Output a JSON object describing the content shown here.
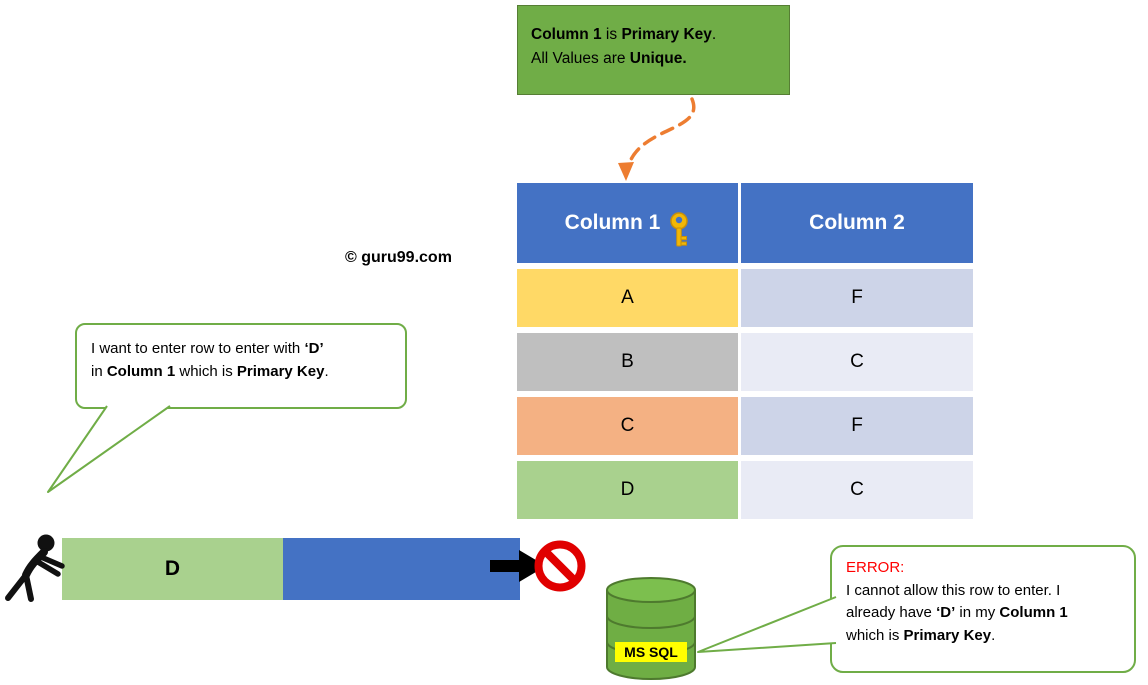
{
  "copyright": "© guru99.com",
  "top_callout": {
    "b1": "Column 1",
    "t1": " is ",
    "b2": "Primary Key",
    "t2": ".",
    "t3": "All Values are ",
    "b3": "Unique."
  },
  "table": {
    "headers": [
      "Column 1",
      "Column 2"
    ],
    "key_icon": "primary-key-icon",
    "rows": [
      {
        "col1": "A",
        "col2": "F"
      },
      {
        "col1": "B",
        "col2": "C"
      },
      {
        "col1": "C",
        "col2": "F"
      },
      {
        "col1": "D",
        "col2": "C"
      }
    ]
  },
  "left_bubble": {
    "t1": "I want to enter row to enter with ",
    "b1": "‘D’",
    "t2": "in ",
    "b2": "Column 1",
    "t3": " which is ",
    "b3": "Primary Key",
    "t4": "."
  },
  "new_row": {
    "col1": "D",
    "col2": ""
  },
  "db_label": "MS SQL",
  "right_bubble": {
    "error": "ERROR:",
    "t1": "I cannot allow this row to enter. I",
    "t2": "already have ",
    "b1": "‘D’",
    "t3": " in my ",
    "b2": "Column 1",
    "t4": "which is ",
    "b3": "Primary Key",
    "t5": "."
  },
  "colors": {
    "header_blue": "#4472C4",
    "row_a_yellow": "#FFD966",
    "row_b_gray": "#BFBFBF",
    "row_c_orange": "#F4B183",
    "row_d_green": "#A9D18E",
    "col2_dark": "#CDD4E8",
    "col2_light": "#E9EBF5",
    "callout_green": "#70AD47",
    "bubble_border_green": "#70AD47",
    "dashed_arrow_orange": "#ED7D31",
    "error_red": "#FF0000",
    "no_entry_red": "#E00000",
    "db_green": "#6FAE44",
    "db_label_yellow": "#FFFF00",
    "key_gold": "#F2B705"
  }
}
